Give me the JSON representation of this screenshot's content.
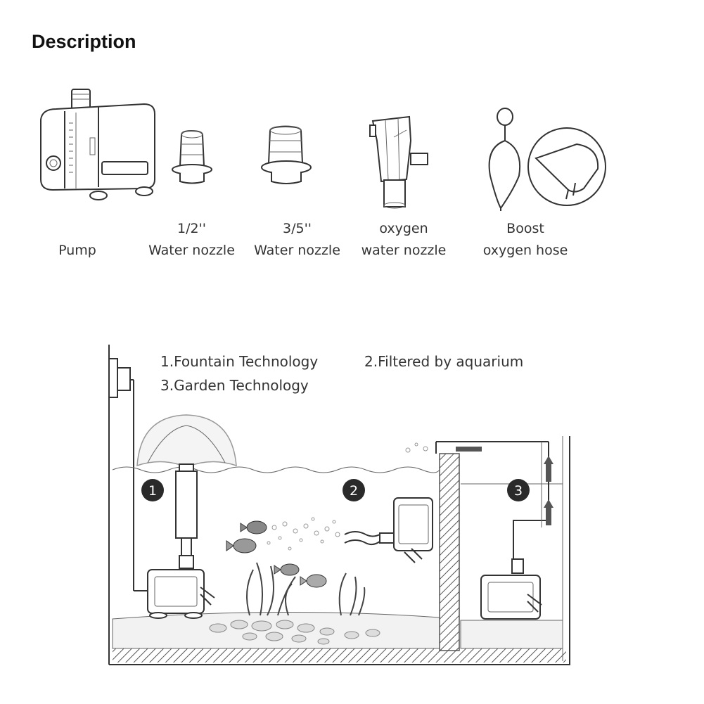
{
  "title": "Description",
  "parts": [
    {
      "line1": "",
      "line2": "Pump",
      "icon": "pump-icon"
    },
    {
      "line1": "1/2''",
      "line2": "Water nozzle",
      "icon": "half-inch-nozzle-icon"
    },
    {
      "line1": "3/5''",
      "line2": "Water nozzle",
      "icon": "three-fifths-nozzle-icon"
    },
    {
      "line1": "oxygen",
      "line2": "water nozzle",
      "icon": "oxygen-nozzle-icon"
    },
    {
      "line1": "Boost",
      "line2": "oxygen hose",
      "icon": "oxygen-hose-icon"
    }
  ],
  "legend": {
    "item1": "1.Fountain Technology",
    "item2": "2.Filtered by aquarium",
    "item3": "3.Garden Technology"
  },
  "markers": [
    "1",
    "2",
    "3"
  ]
}
